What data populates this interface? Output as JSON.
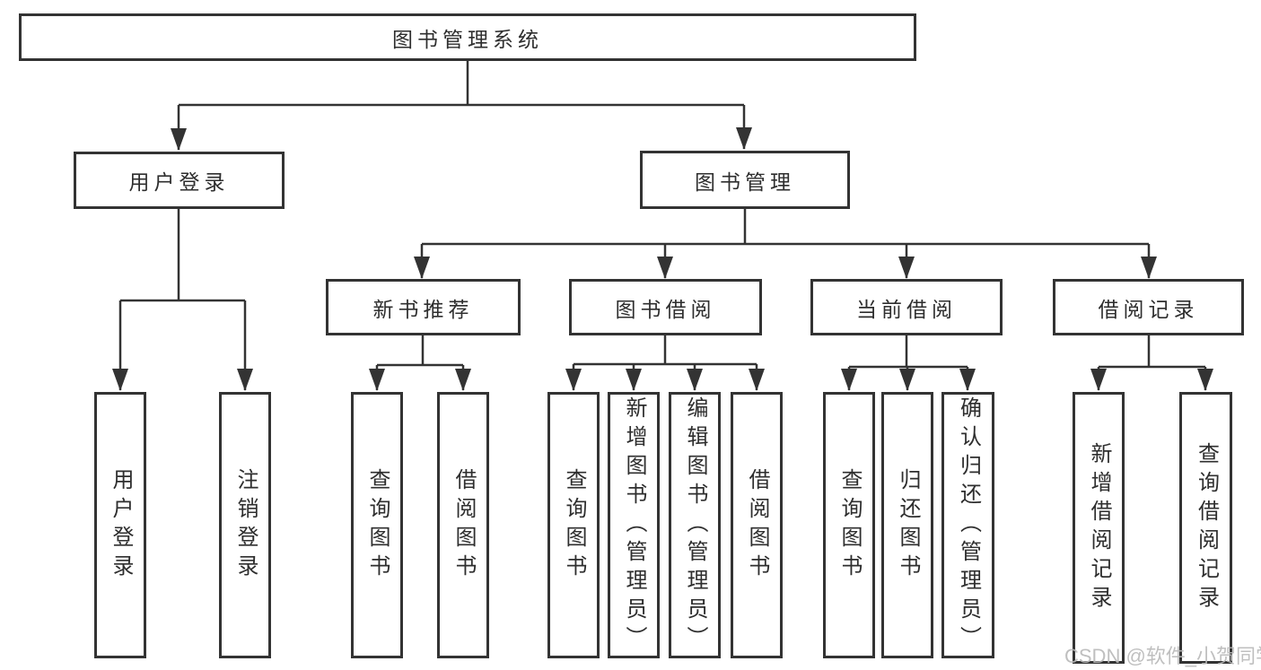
{
  "page": {
    "background": "#ffffff"
  },
  "diagram": {
    "type": "hierarchy-tree",
    "colors": {
      "line": "#333333",
      "box_border": "#333333",
      "box_fill": "#ffffff",
      "text": "#2e2e2e",
      "watermark": "#b9b9b9"
    },
    "tree": {
      "label": "图书管理系统",
      "children": [
        {
          "label": "用户登录",
          "children": [
            {
              "label": "用户登录"
            },
            {
              "label": "注销登录"
            }
          ]
        },
        {
          "label": "图书管理",
          "children": [
            {
              "label": "新书推荐",
              "children": [
                {
                  "label": "查询图书"
                },
                {
                  "label": "借阅图书"
                }
              ]
            },
            {
              "label": "图书借阅",
              "children": [
                {
                  "label": "查询图书"
                },
                {
                  "label": "新增图书（管理员）"
                },
                {
                  "label": "编辑图书（管理员）"
                },
                {
                  "label": "借阅图书"
                }
              ]
            },
            {
              "label": "当前借阅",
              "children": [
                {
                  "label": "查询图书"
                },
                {
                  "label": "归还图书"
                },
                {
                  "label": "确认归还（管理员）"
                }
              ]
            },
            {
              "label": "借阅记录",
              "children": [
                {
                  "label": "新增借阅记录"
                },
                {
                  "label": "查询借阅记录"
                }
              ]
            }
          ]
        }
      ]
    }
  },
  "watermark": {
    "text": "CSDN @软件_小贺同学"
  }
}
